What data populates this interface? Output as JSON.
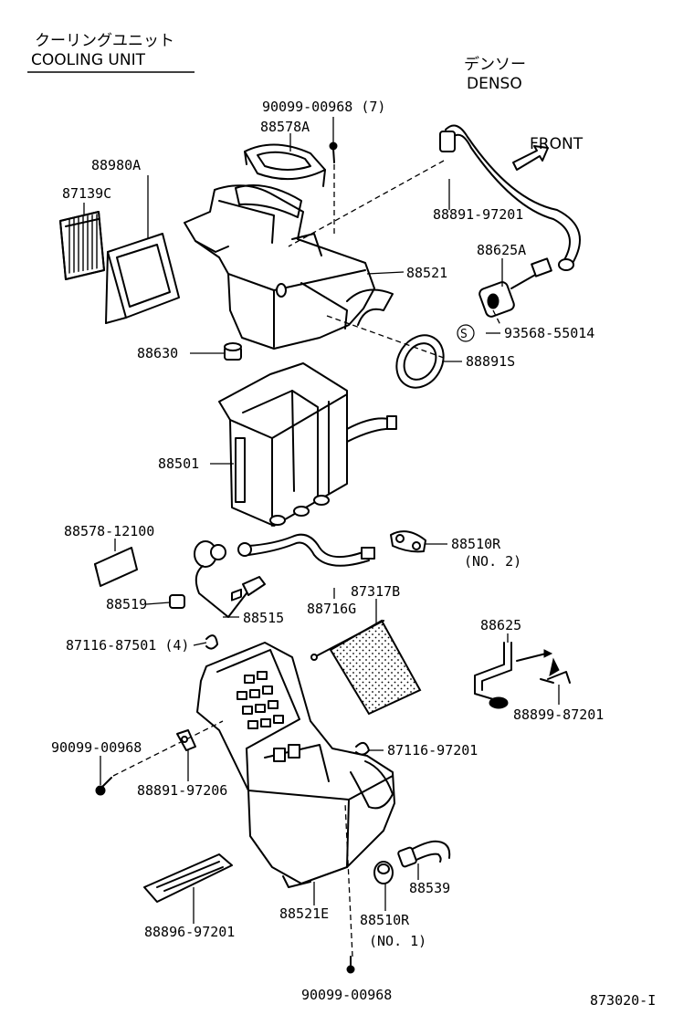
{
  "header": {
    "title_jp": "クーリングユニット",
    "title_en": "COOLING UNIT",
    "maker_jp": "デンソー",
    "maker_en": "DENSO",
    "front": "FRONT"
  },
  "labels": {
    "p90099_00968_7": "90099-00968 (7)",
    "p88578a": "88578A",
    "p88980a": "88980A",
    "p87139c": "87139C",
    "p88891_97201": "88891-97201",
    "p88625a": "88625A",
    "p88521": "88521",
    "p93568_55014": "93568-55014",
    "s_mark": "S",
    "p88630": "88630",
    "p88891s": "88891S",
    "p88501": "88501",
    "p88578_12100": "88578-12100",
    "p88510r_2": "88510R",
    "no2": "(NO. 2)",
    "p87317b": "87317B",
    "p88519": "88519",
    "p88716g": "88716G",
    "p88515": "88515",
    "p88625": "88625",
    "p87116_87501": "87116-87501 (4)",
    "p88899_87201": "88899-87201",
    "p90099_00968": "90099-00968",
    "p87116_97201": "87116-97201",
    "p88891_97206": "88891-97206",
    "p88539": "88539",
    "p88521e": "88521E",
    "p88510r_1": "88510R",
    "no1": "(NO. 1)",
    "p88896_97201": "88896-97201",
    "p90099_00968b": "90099-00968",
    "code": "873020-I"
  }
}
